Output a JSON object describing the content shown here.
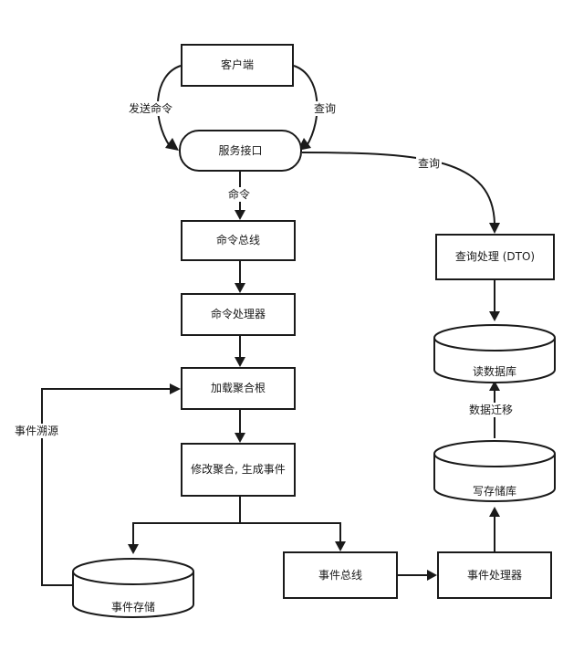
{
  "nodes": {
    "client": "客户端",
    "service_interface": "服务接口",
    "command_bus": "命令总线",
    "command_handler": "命令处理器",
    "load_aggregate": "加载聚合根",
    "modify_aggregate": "修改聚合, 生成事件",
    "event_store": "事件存储",
    "event_bus": "事件总线",
    "event_handler": "事件处理器",
    "write_db": "写存储库",
    "read_db": "读数据库",
    "query_handler": "查询处理 (DTO)"
  },
  "edges": {
    "send_command": "发送命令",
    "query_left": "查询",
    "command": "命令",
    "query_right": "查询",
    "event_sourcing": "事件溯源",
    "data_migration": "数据迁移"
  }
}
